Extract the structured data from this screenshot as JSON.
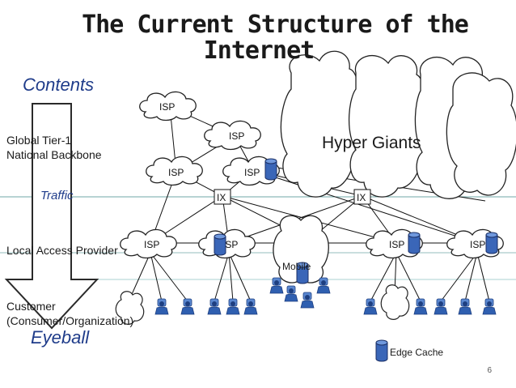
{
  "title": {
    "line1": "The Current Structure of the",
    "line2": "Internet"
  },
  "labels": {
    "contents": "Contents",
    "traffic": "Traffic",
    "eyeball": "Eyeball",
    "hyper_giants": "Hyper Giants",
    "mobile": "Mobile",
    "global_tier": "Global Tier-1",
    "national_backbone": "National Backbone",
    "local_access": "Local Access Provider",
    "customer_line1": "Customer",
    "customer_line2": "(Consumer/Organization)",
    "edge_cache": "Edge Cache",
    "page_number": "6"
  },
  "nodes": {
    "isp": "ISP",
    "ix": "IX"
  },
  "colors": {
    "arrow": "#ffffff",
    "stroke": "#222222",
    "cylinder": "#3a66b8",
    "person": "#2f5fb0",
    "line": "#6fa7a7",
    "italic_text": "#1f3c8a"
  },
  "icons": [
    "cloud-icon",
    "database-icon",
    "person-icon",
    "arrow-down-icon"
  ]
}
